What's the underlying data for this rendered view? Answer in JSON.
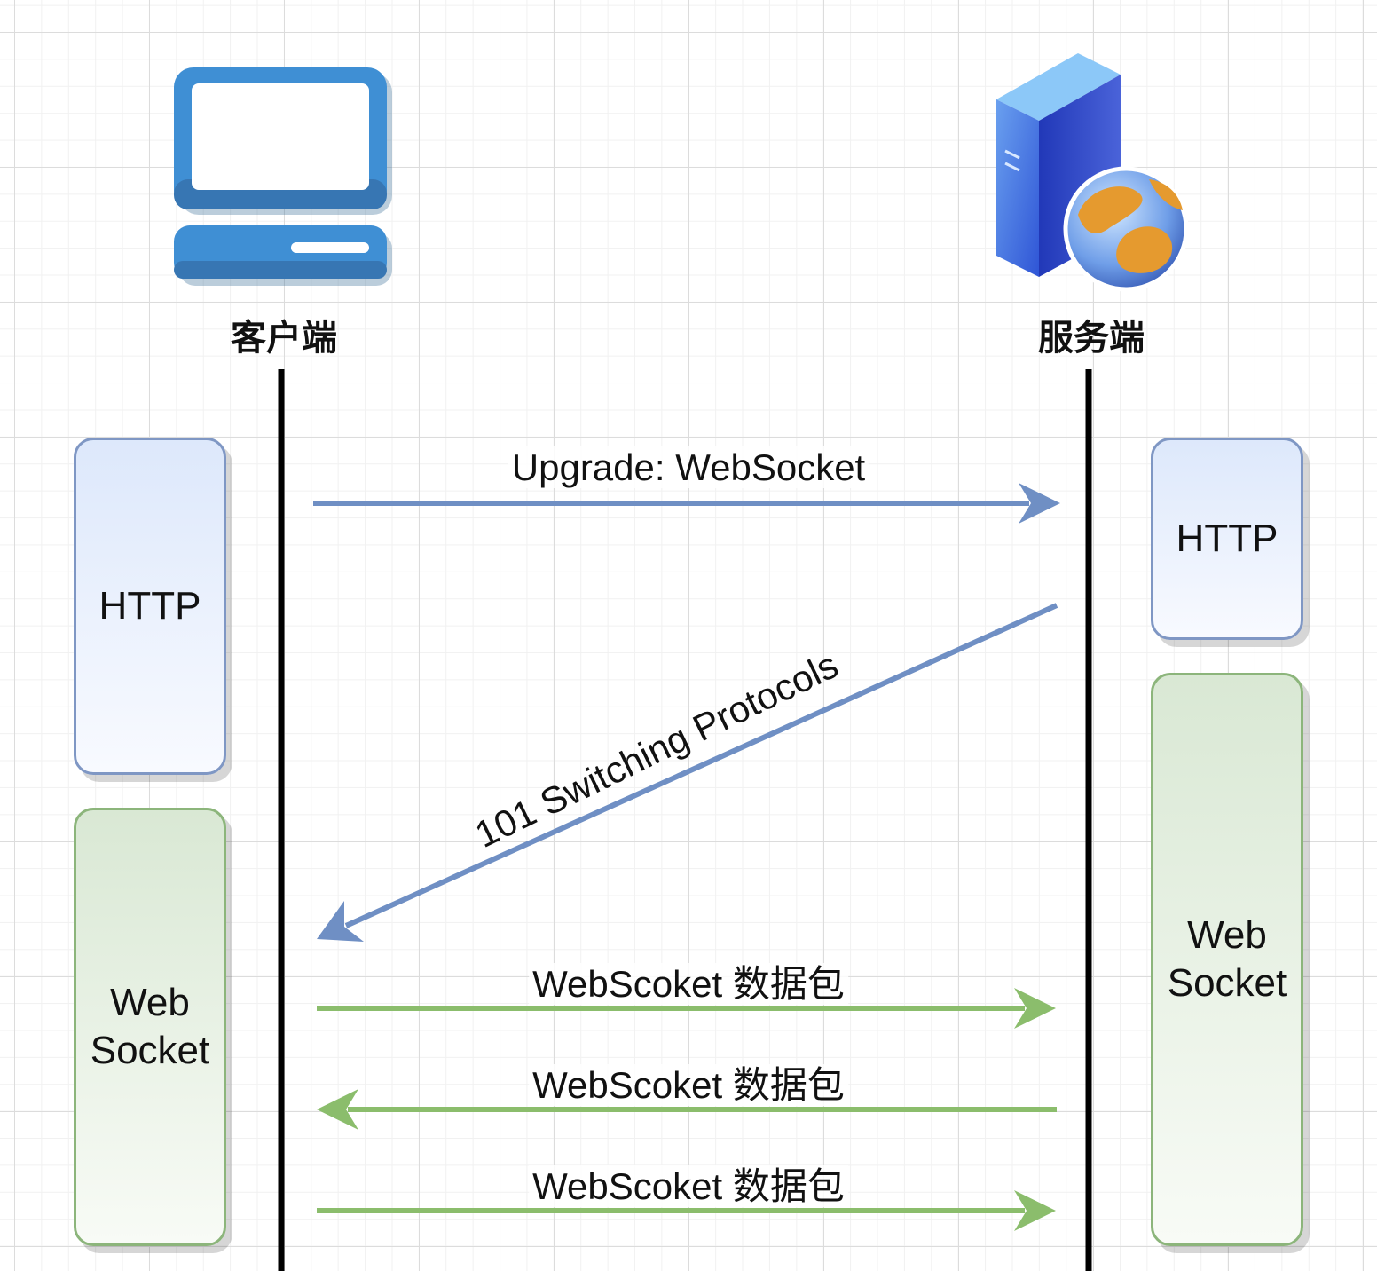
{
  "lanes": {
    "client": {
      "title": "客户端",
      "icon": "desktop-computer-icon"
    },
    "server": {
      "title": "服务端",
      "icon": "web-server-globe-icon"
    }
  },
  "client_boxes": {
    "http": "HTTP",
    "websocket": "Web\nSocket"
  },
  "server_boxes": {
    "http": "HTTP",
    "websocket": "Web\nSocket"
  },
  "messages": [
    {
      "label": "Upgrade: WebSocket",
      "direction": "client-to-server",
      "protocol": "http"
    },
    {
      "label": "101 Switching Protocols",
      "direction": "server-to-client",
      "protocol": "http"
    },
    {
      "label": "WebScoket 数据包",
      "direction": "client-to-server",
      "protocol": "websocket"
    },
    {
      "label": "WebScoket 数据包",
      "direction": "server-to-client",
      "protocol": "websocket"
    },
    {
      "label": "WebScoket 数据包",
      "direction": "client-to-server",
      "protocol": "websocket"
    }
  ],
  "colors": {
    "http_arrow": "#6f8fc4",
    "websocket_arrow": "#8bbd6c",
    "lifeline": "#000000"
  }
}
